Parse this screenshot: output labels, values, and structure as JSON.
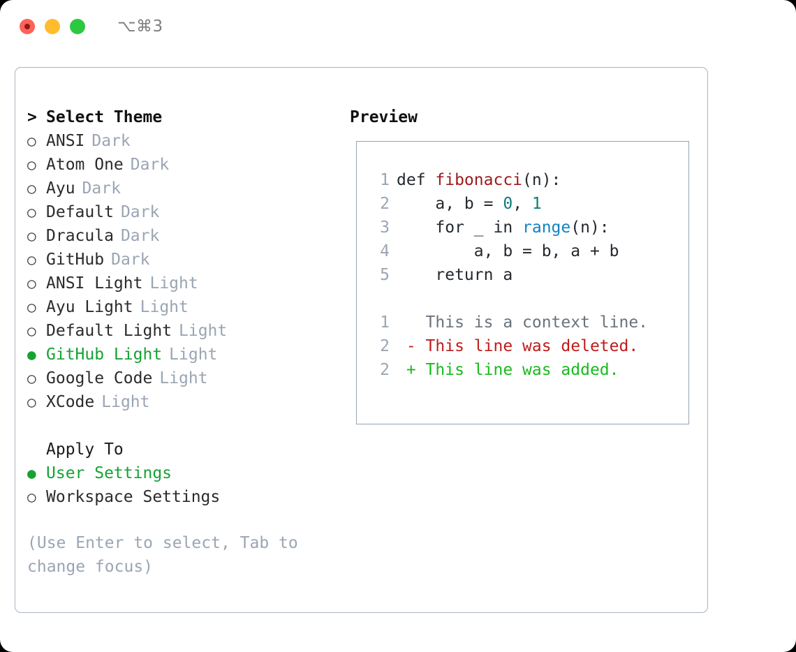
{
  "window": {
    "shortcut": "⌥⌘3",
    "traffic_lights": [
      {
        "name": "close",
        "color": "#ff6159"
      },
      {
        "name": "minimize",
        "color": "#ffbd2e"
      },
      {
        "name": "maximize",
        "color": "#2cc840"
      }
    ]
  },
  "theme_list": {
    "title": "Select Theme",
    "caret": ">",
    "marker_selected": "●",
    "marker_unselected": "○",
    "items": [
      {
        "label": "ANSI",
        "tag": "Dark",
        "selected": false
      },
      {
        "label": "Atom One",
        "tag": "Dark",
        "selected": false
      },
      {
        "label": "Ayu",
        "tag": "Dark",
        "selected": false
      },
      {
        "label": "Default",
        "tag": "Dark",
        "selected": false
      },
      {
        "label": "Dracula",
        "tag": "Dark",
        "selected": false
      },
      {
        "label": "GitHub",
        "tag": "Dark",
        "selected": false
      },
      {
        "label": "ANSI Light",
        "tag": "Light",
        "selected": false
      },
      {
        "label": "Ayu Light",
        "tag": "Light",
        "selected": false
      },
      {
        "label": "Default Light",
        "tag": "Light",
        "selected": false
      },
      {
        "label": "GitHub Light",
        "tag": "Light",
        "selected": true
      },
      {
        "label": "Google Code",
        "tag": "Light",
        "selected": false
      },
      {
        "label": "XCode",
        "tag": "Light",
        "selected": false
      }
    ]
  },
  "apply_to": {
    "title": "Apply To",
    "options": [
      {
        "label": "User Settings",
        "selected": true
      },
      {
        "label": "Workspace Settings",
        "selected": false
      }
    ]
  },
  "hint": "(Use Enter to select, Tab to change focus)",
  "preview": {
    "title": "Preview",
    "code_lines": [
      {
        "no": "1",
        "segments": [
          {
            "text": "def ",
            "type": "plain"
          },
          {
            "text": "fibonacci",
            "type": "func"
          },
          {
            "text": "(n):",
            "type": "plain"
          }
        ]
      },
      {
        "no": "2",
        "segments": [
          {
            "text": "    a, b = ",
            "type": "plain"
          },
          {
            "text": "0",
            "type": "num"
          },
          {
            "text": ", ",
            "type": "plain"
          },
          {
            "text": "1",
            "type": "num"
          }
        ]
      },
      {
        "no": "3",
        "segments": [
          {
            "text": "    for _ in ",
            "type": "plain"
          },
          {
            "text": "range",
            "type": "call"
          },
          {
            "text": "(n):",
            "type": "plain"
          }
        ]
      },
      {
        "no": "4",
        "segments": [
          {
            "text": "        a, b = b, a + b",
            "type": "plain"
          }
        ]
      },
      {
        "no": "5",
        "segments": [
          {
            "text": "    return a",
            "type": "plain"
          }
        ]
      }
    ],
    "diff_lines": [
      {
        "no": "1",
        "sign": " ",
        "text": "This is a context line.",
        "kind": "ctx"
      },
      {
        "no": "2",
        "sign": "-",
        "text": "This line was deleted.",
        "kind": "del"
      },
      {
        "no": "2",
        "sign": "+",
        "text": "This line was added.",
        "kind": "add"
      }
    ]
  },
  "colors": {
    "accent_green": "#16a233",
    "muted": "#9aa5b4",
    "border": "#aab4c0",
    "preview_border": "#97a3b2",
    "token_func": "#9c1b1b",
    "token_num": "#0b7d7a",
    "token_call": "#1283c4",
    "diff_context": "#6a737d",
    "diff_deleted": "#bf1c1c",
    "diff_added": "#17bb1c"
  }
}
